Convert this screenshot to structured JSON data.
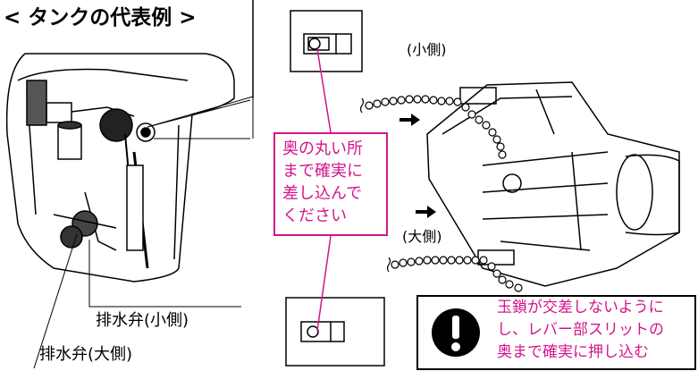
{
  "title": "< タンクの代表例 >",
  "labels": {
    "valve_small_left": "排水弁(小側)",
    "valve_large_left": "排水弁(大側)",
    "small_side": "(小側)",
    "large_side": "(大側)"
  },
  "callout": {
    "lines": [
      "奥の丸い所",
      "まで確実に",
      "差し込んで",
      "ください"
    ]
  },
  "warning": {
    "icon": "exclamation-icon",
    "lines": [
      "玉鎖が交差しないように",
      "し、レバー部スリットの",
      "奥まで確実に押し込む"
    ]
  },
  "colors": {
    "accent": "#d4148c",
    "line": "#000000"
  }
}
